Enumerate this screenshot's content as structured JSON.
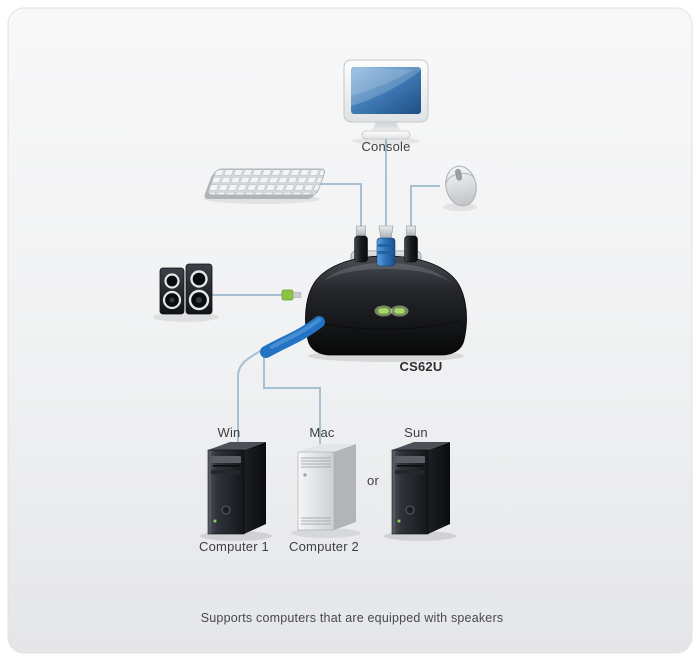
{
  "console": {
    "label": "Console"
  },
  "kvm": {
    "model": "CS62U"
  },
  "computers": [
    {
      "platform": "Win",
      "caption": "Computer 1"
    },
    {
      "platform": "Mac",
      "caption": "Computer 2"
    },
    {
      "platform": "Sun"
    }
  ],
  "or_label": "or",
  "footnote": "Supports computers that are equipped with speakers",
  "colors": {
    "connection_line": "#a7c0d2",
    "kvm_cable_blue": "#2273c3",
    "led_green": "#a9d96b",
    "audio_plug_green": "#8bc540",
    "screen_blue": "#2f6cae"
  }
}
